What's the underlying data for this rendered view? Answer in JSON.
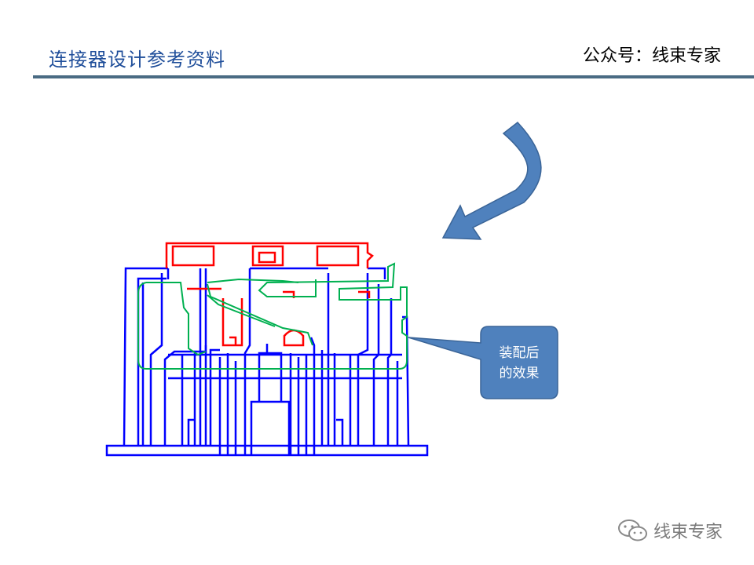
{
  "slide": {
    "title": "连接器设计参考资料",
    "account": "公众号：线束专家"
  },
  "callout": {
    "line1": "装配后",
    "line2": "的效果"
  },
  "watermark": {
    "text": "线束专家",
    "icon": "wechat-icon"
  },
  "colors": {
    "title": "#1f4e9a",
    "rule": "#4a6b83",
    "arrow": "#4f81bd",
    "housing": "#0000ff",
    "terminal": "#ff0000",
    "mated_part": "#00b050"
  }
}
